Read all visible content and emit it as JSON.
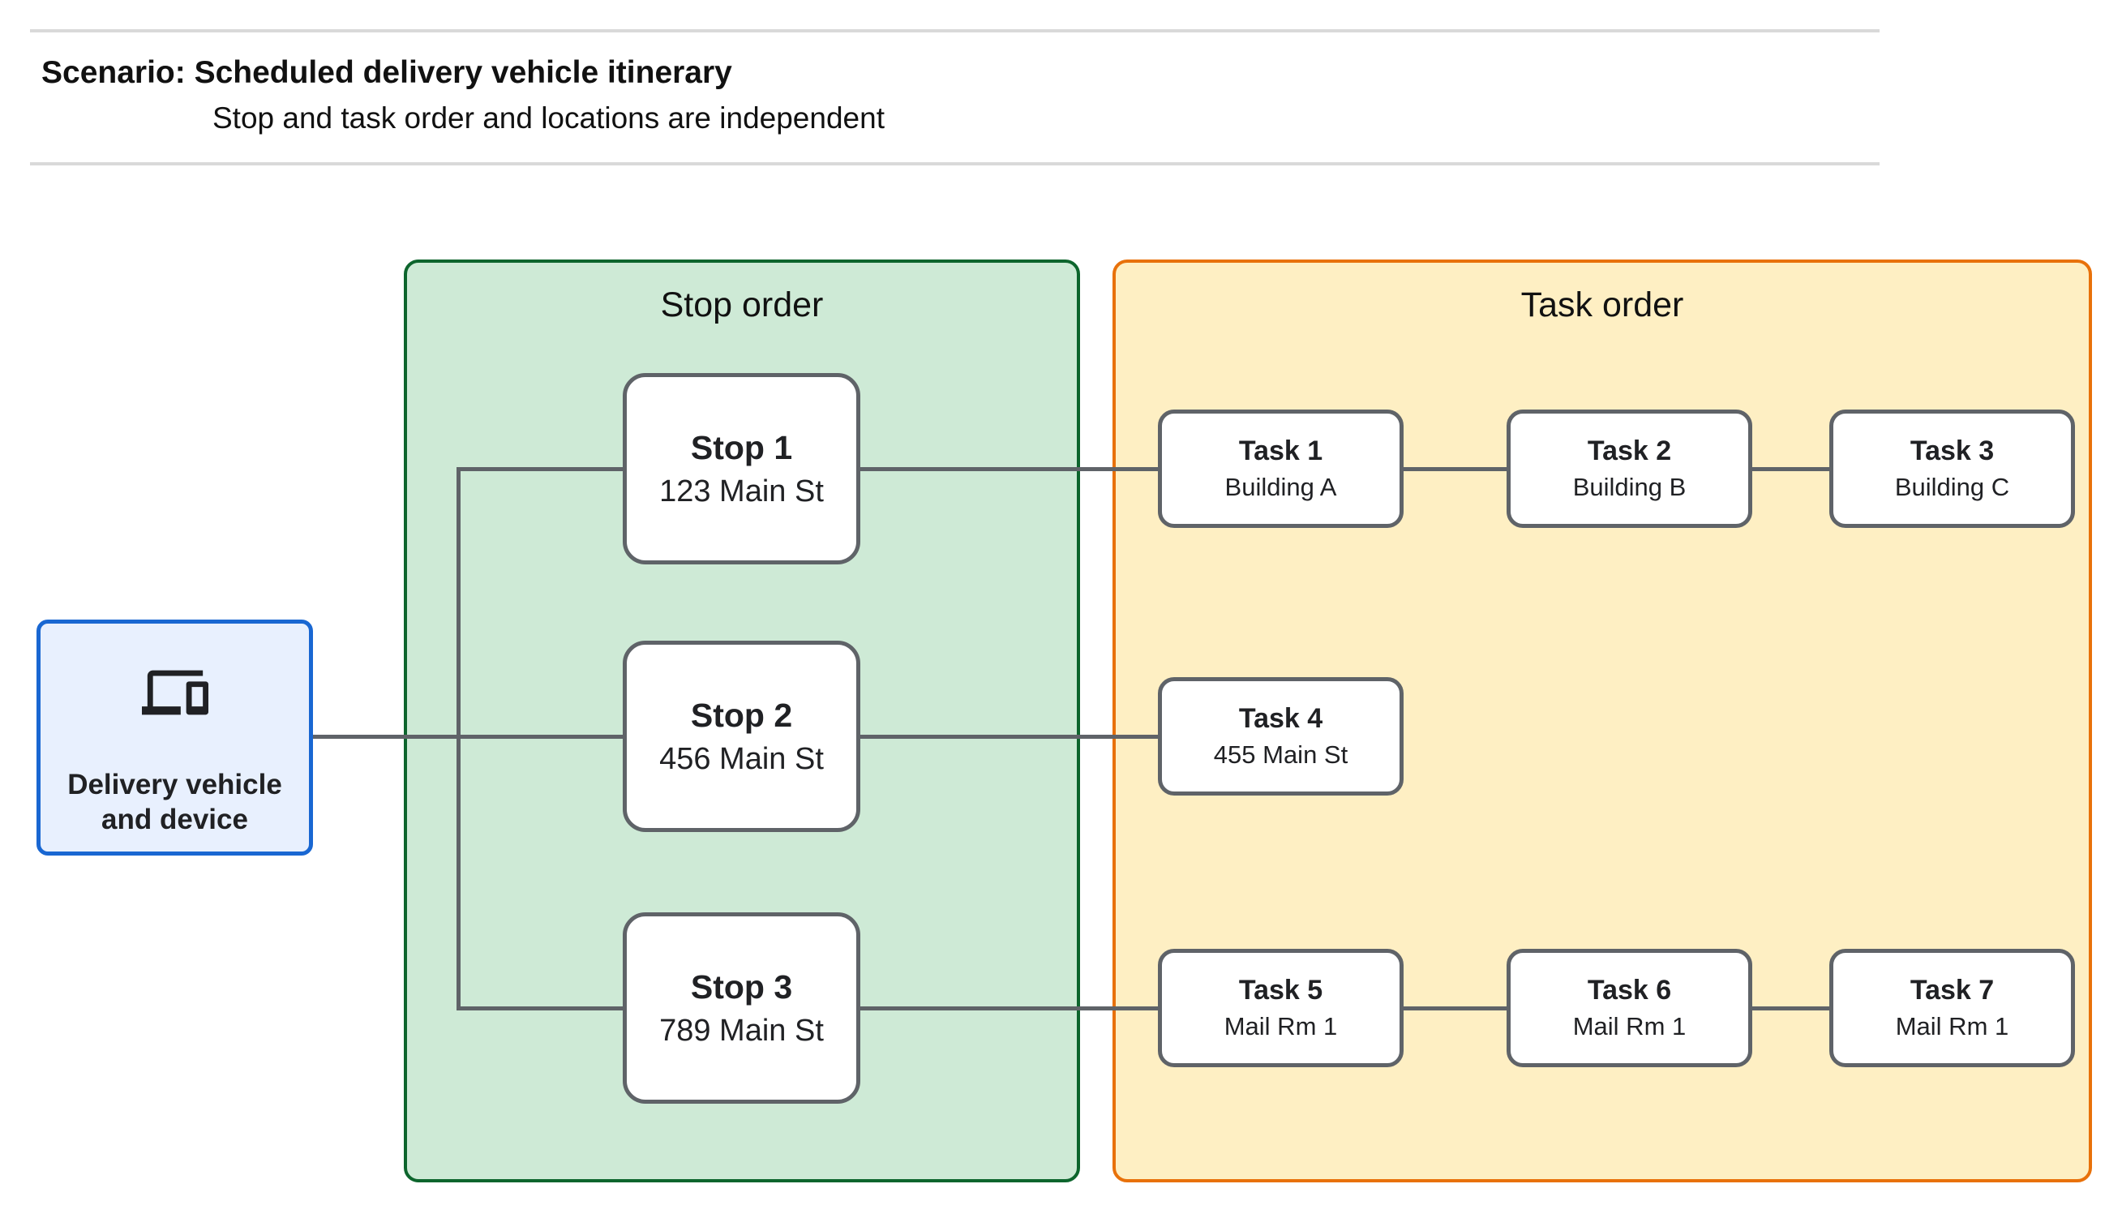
{
  "header": {
    "title": "Scenario: Scheduled delivery vehicle itinerary",
    "subtitle": "Stop and task order and locations are independent"
  },
  "device_node": {
    "label": "Delivery vehicle and device",
    "icon": "devices-icon"
  },
  "stop_panel": {
    "title": "Stop order",
    "stops": [
      {
        "name": "Stop 1",
        "location": "123 Main St"
      },
      {
        "name": "Stop 2",
        "location": "456 Main St"
      },
      {
        "name": "Stop 3",
        "location": "789 Main St"
      }
    ]
  },
  "task_panel": {
    "title": "Task order",
    "tasks": [
      {
        "name": "Task 1",
        "location": "Building A"
      },
      {
        "name": "Task 2",
        "location": "Building B"
      },
      {
        "name": "Task 3",
        "location": "Building C"
      },
      {
        "name": "Task 4",
        "location": "455 Main St"
      },
      {
        "name": "Task 5",
        "location": "Mail Rm 1"
      },
      {
        "name": "Task 6",
        "location": "Mail Rm 1"
      },
      {
        "name": "Task 7",
        "location": "Mail Rm 1"
      }
    ]
  },
  "colors": {
    "stop_panel_fill": "#CEEAD6",
    "stop_panel_border": "#0D652D",
    "task_panel_fill": "#FEEFC3",
    "task_panel_border": "#E8710A",
    "device_node_fill": "#E8F0FE",
    "device_node_border": "#1967D2",
    "node_border": "#5F6368",
    "connector": "#5F6368",
    "divider": "#D9D9D9"
  }
}
